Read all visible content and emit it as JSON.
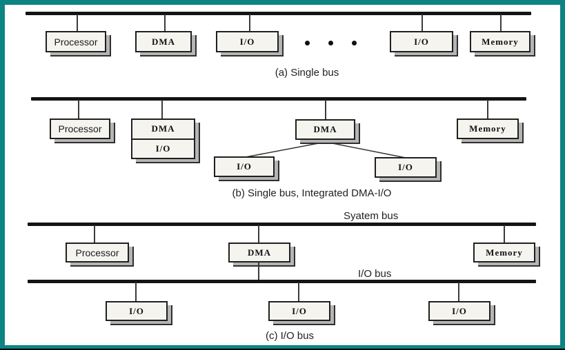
{
  "colors": {
    "frame_border": "#0d8383",
    "box_face": "#f5f4ef",
    "box_depth": "#b5b5b5",
    "bus_line": "#141414"
  },
  "section_a": {
    "caption": "(a) Single bus",
    "boxes": {
      "processor": "Processor",
      "dma": "DMA",
      "io1": "I/O",
      "io2": "I/O",
      "memory": "Memory"
    },
    "ellipsis_icon": "three-dots"
  },
  "section_b": {
    "caption": "(b) Single bus, Integrated DMA-I/O",
    "boxes": {
      "processor": "Processor",
      "stack_dma": "DMA",
      "stack_io": "I/O",
      "dma": "DMA",
      "io_left": "I/O",
      "io_right": "I/O",
      "memory": "Memory"
    }
  },
  "section_c": {
    "system_bus_label": "Syatem bus",
    "io_bus_label": "I/O bus",
    "caption": "(c) I/O bus",
    "boxes": {
      "processor": "Processor",
      "dma": "DMA",
      "memory": "Memory",
      "io1": "I/O",
      "io2": "I/O",
      "io3": "I/O"
    }
  }
}
